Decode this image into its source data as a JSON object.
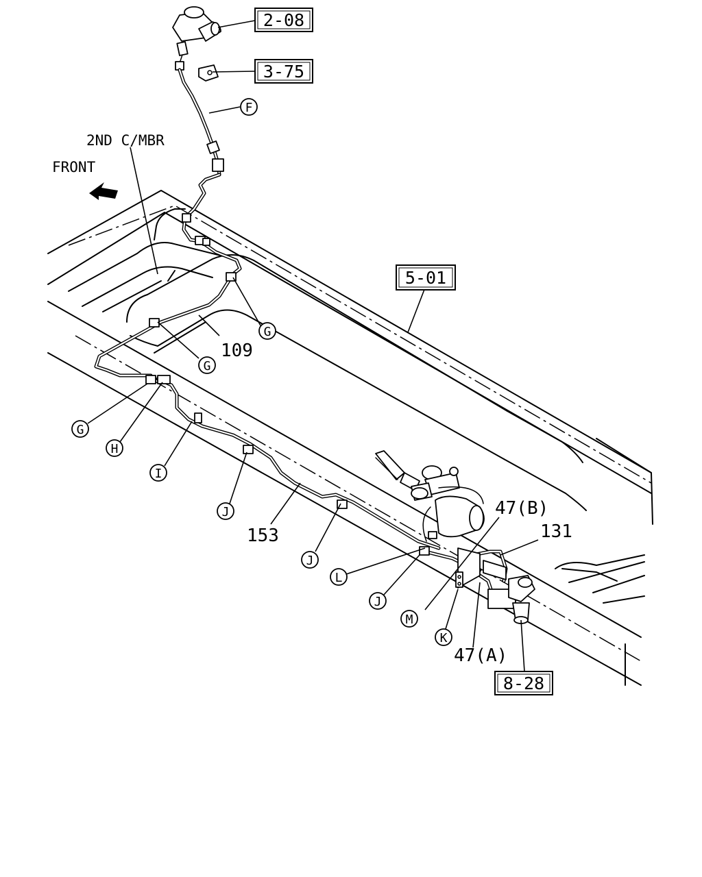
{
  "labels": {
    "second_crossmember": "2ND C/MBR",
    "front": "FRONT",
    "pipe_109": "109",
    "pipe_153": "153",
    "part_131": "131",
    "part_47b": "47(B)",
    "part_47a": "47(A)"
  },
  "ref_boxes": {
    "r208": "2-08",
    "r375": "3-75",
    "r501": "5-01",
    "r828": "8-28"
  },
  "circle_callouts": {
    "F": "F",
    "G1": "G",
    "G2": "G",
    "G3": "G",
    "H": "H",
    "I": "I",
    "J1": "J",
    "J2": "J",
    "J3": "J",
    "L": "L",
    "M": "M",
    "K": "K"
  },
  "icons": {
    "front_arrow": "arrow-left-up-icon"
  }
}
